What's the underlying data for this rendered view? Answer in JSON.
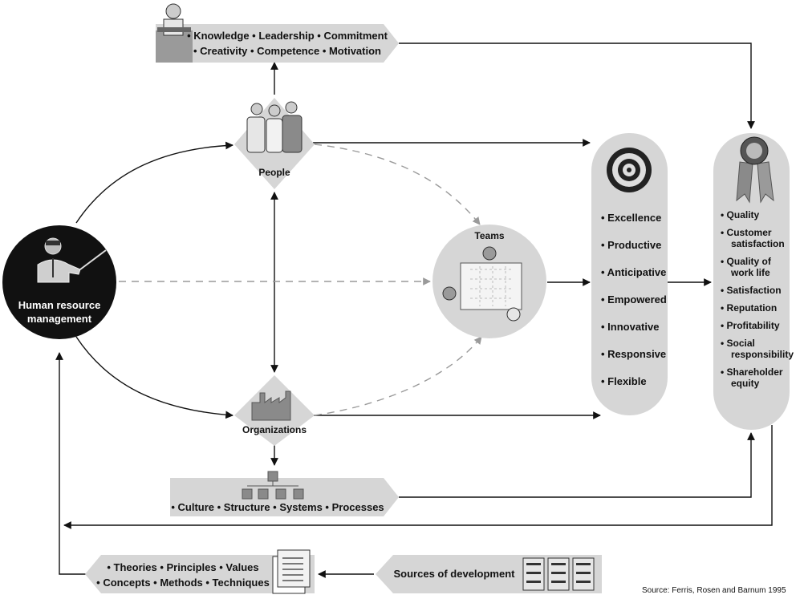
{
  "hrm": {
    "line1": "Human resource",
    "line2": "management"
  },
  "people": {
    "label": "People"
  },
  "organizations": {
    "label": "Organizations"
  },
  "teams": {
    "label": "Teams"
  },
  "people_attributes": {
    "row1": "• Knowledge • Leadership • Commitment",
    "row2": "• Creativity • Competence • Motivation"
  },
  "org_attributes": {
    "row1": "• Culture • Structure • Systems • Processes"
  },
  "development": {
    "row1": "• Theories • Principles • Values",
    "row2": "• Concepts • Methods • Techniques"
  },
  "sources": {
    "label": "Sources of development"
  },
  "team_qualities": [
    "• Excellence",
    "• Productive",
    "• Anticipative",
    "• Empowered",
    "• Innovative",
    "• Responsive",
    "• Flexible"
  ],
  "outcomes": [
    [
      "• Quality"
    ],
    [
      "• Customer",
      "satisfaction"
    ],
    [
      "• Quality of",
      "work life"
    ],
    [
      "• Satisfaction"
    ],
    [
      "• Reputation"
    ],
    [
      "• Profitability"
    ],
    [
      "• Social",
      "responsibility"
    ],
    [
      "• Shareholder",
      "equity"
    ]
  ],
  "source_note": "Source: Ferris, Rosen and Barnum 1995",
  "colors": {
    "panel": "#d6d6d6",
    "dark": "#111111",
    "mid": "#8a8a8a",
    "dashed": "#9a9a9a"
  },
  "icons": [
    "presenter-icon",
    "people-group-icon",
    "factory-icon",
    "org-chart-icon",
    "target-icon",
    "award-ribbon-icon",
    "team-meeting-icon",
    "document-icon",
    "file-cabinet-icon"
  ]
}
